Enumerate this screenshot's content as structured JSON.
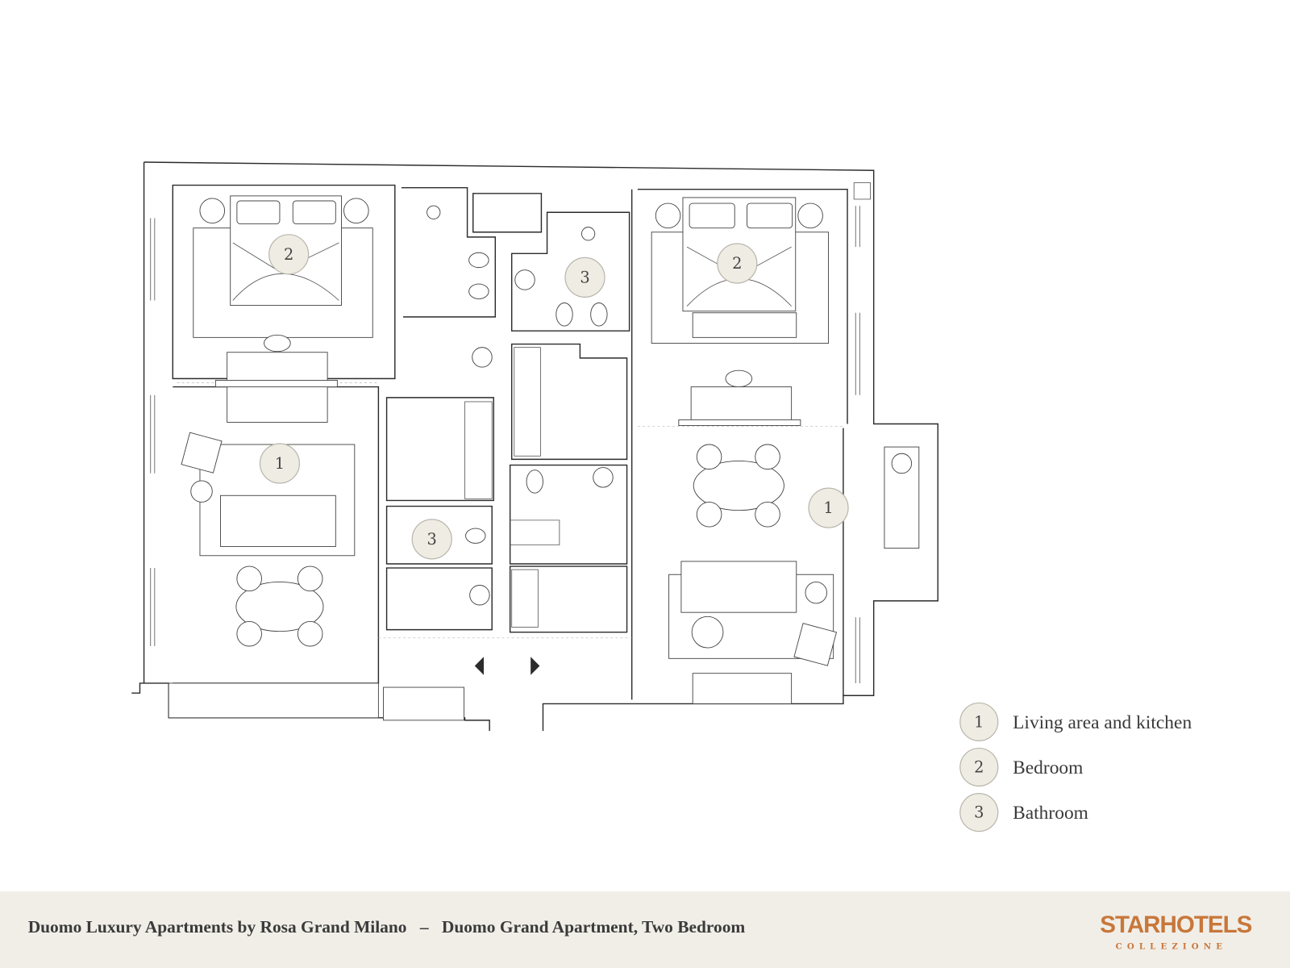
{
  "plan": {
    "room_markers": [
      {
        "number": "2",
        "room": "Bedroom"
      },
      {
        "number": "1",
        "room": "Living area and kitchen"
      },
      {
        "number": "3",
        "room": "Bathroom"
      },
      {
        "number": "2",
        "room": "Bedroom"
      },
      {
        "number": "3",
        "room": "Bathroom"
      },
      {
        "number": "1",
        "room": "Living area and kitchen"
      }
    ]
  },
  "legend": [
    {
      "number": "1",
      "label": "Living area and kitchen"
    },
    {
      "number": "2",
      "label": "Bedroom"
    },
    {
      "number": "3",
      "label": "Bathroom"
    }
  ],
  "footer": {
    "property": "Duomo Luxury Apartments by Rosa Grand Milano",
    "separator": "–",
    "apartment": "Duomo Grand Apartment, Two Bedroom",
    "logo": "STARHOTELS",
    "logo_sub": "COLLEZIONE"
  },
  "colors": {
    "footer_bg": "#f1eee8",
    "brand": "#c8773a",
    "marker_fill": "#efece3"
  }
}
